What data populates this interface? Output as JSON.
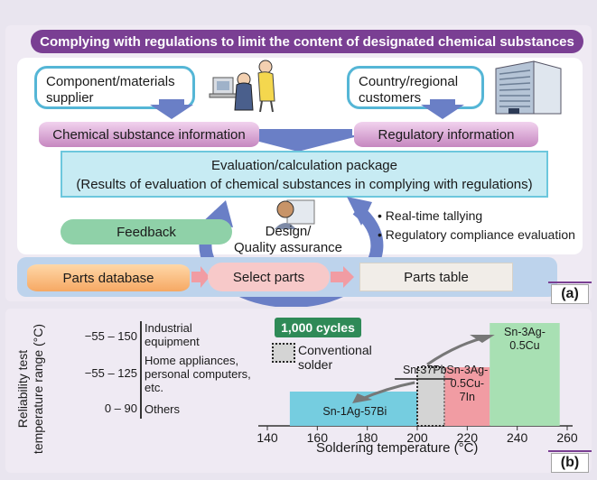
{
  "title": "Complying with regulations to limit the content of designated chemical substances",
  "top": {
    "supplier": "Component/materials supplier",
    "customers": "Country/regional customers",
    "chem_info": "Chemical substance information",
    "reg_info": "Regulatory information"
  },
  "evaluation": {
    "line1": "Evaluation/calculation package",
    "line2": "(Results of evaluation of chemical substances in complying with regulations)"
  },
  "feedback": "Feedback",
  "design": "Design/\nQuality assurance",
  "bullets": [
    "• Real-time tallying",
    "• Regulatory compliance evaluation"
  ],
  "parts": {
    "database": "Parts database",
    "select": "Select parts",
    "table": "Parts table"
  },
  "label_a": "(a)",
  "label_b": "(b)",
  "colors": {
    "title_bar": "#7a3f93",
    "box_border": "#55b6d6",
    "arrow": "#6a7fc6",
    "sn1ag": "#75cde0",
    "sn37pb": "#d4d4d4",
    "sn3ag07cu": "#f19ca3",
    "sn3ag05cu": "#a8e0b3",
    "cycles": "#2f8a57"
  },
  "chart_data": {
    "type": "bar",
    "ylabel": "Reliability test\ntemperature range (°C)",
    "xlabel": "Soldering temperature (°C)",
    "x_ticks": [
      140,
      160,
      180,
      200,
      220,
      240,
      260
    ],
    "xlim": [
      140,
      260
    ],
    "y_levels": [
      {
        "range": "0 – 90",
        "category": "Others"
      },
      {
        "range": "−55 – 125",
        "category": "Home appliances,\npersonal computers,\netc."
      },
      {
        "range": "−55 – 150",
        "category": "Industrial\nequipment"
      }
    ],
    "series": [
      {
        "name": "Sn-1Ag-57Bi",
        "x_start": 149,
        "x_end": 200,
        "level_top": "0 – 90"
      },
      {
        "name": "Sn-37Pb",
        "x_start": 200,
        "x_end": 211,
        "level_top": "−55 – 125",
        "conventional": true
      },
      {
        "name": "Sn-3Ag-\n0.5Cu-\n7In",
        "x_start": 211,
        "x_end": 229,
        "level_top": "−55 – 125"
      },
      {
        "name": "Sn-3Ag-\n0.5Cu",
        "x_start": 229,
        "x_end": 257,
        "level_top": "−55 – 150"
      }
    ],
    "annotations": {
      "cycles": "1,000 cycles",
      "conventional": "Conventional\nsolder"
    }
  }
}
